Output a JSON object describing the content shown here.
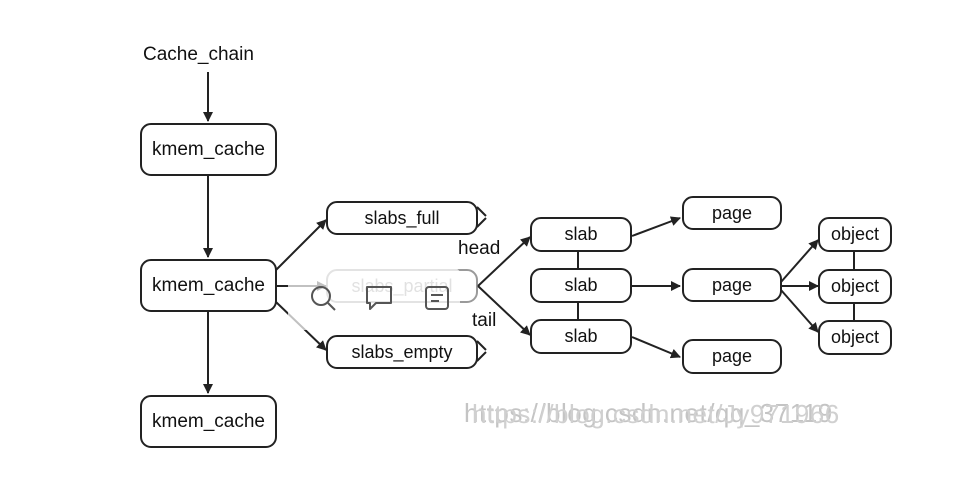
{
  "diagram": {
    "root_label": "Cache_chain",
    "kmem_caches": [
      "kmem_cache",
      "kmem_cache",
      "kmem_cache"
    ],
    "slab_lists": {
      "full": "slabs_full",
      "partial": "slabs_partial",
      "empty": "slabs_empty"
    },
    "edge_labels": {
      "head": "head",
      "tail": "tail"
    },
    "slabs": [
      "slab",
      "slab",
      "slab"
    ],
    "pages": [
      "page",
      "page",
      "page"
    ],
    "objects": [
      "object",
      "object",
      "object"
    ]
  },
  "toolbar": {
    "icons": [
      "search-icon",
      "comment-icon",
      "note-icon"
    ]
  },
  "watermark": {
    "text_a": "https://blog.csdn.net/qq_37119",
    "text_b": "https://blog.csdn.net/Jy971966"
  }
}
